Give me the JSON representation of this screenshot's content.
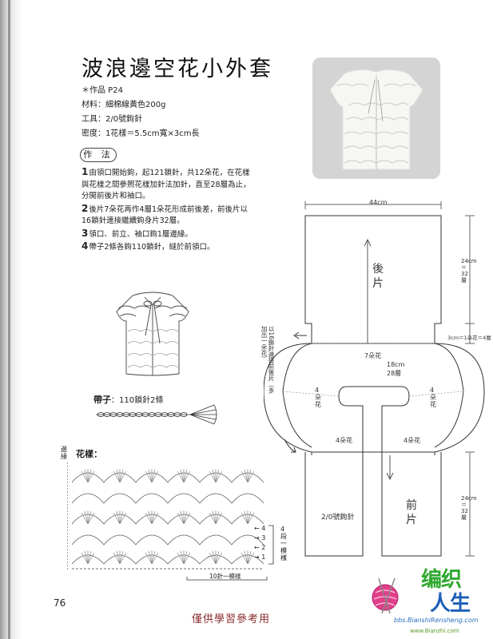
{
  "page": {
    "title": "波浪邊空花小外套",
    "info": {
      "work": "＊作品 P24",
      "material": "材料：細棉線黃色200g",
      "tool": "工具：2/0號鉤針",
      "gauge": "密度：1花樣＝5.5cm寬×3cm長"
    },
    "method_label": "作 法",
    "steps": [
      {
        "num": "1",
        "text": "由領口開始鉤，起121鎖針，共12朵花，在花樣與花樣之間參照花樣加針法加針，直至28層為止，分開前後片和袖口。"
      },
      {
        "num": "2",
        "text": "後片7朵花再作4層1朵花形成前後差，前後片以16鎖針連接繼續鉤身片32層。"
      },
      {
        "num": "3",
        "text": "領口、前立、袖口鉤1層邊緣。"
      },
      {
        "num": "4",
        "text": "帶子2條各鉤110鎖針，縫於前領口。"
      }
    ],
    "tie_label_bold": "帶子",
    "tie_label_rest": "：110鎖針2條",
    "motif_label": "花樣：",
    "edge_label": "邊緣",
    "page_number": "76",
    "footer_note": "僅供學習參考用"
  },
  "pattern_labels": {
    "row_arrow_1": "1",
    "row_arrow_2": "2",
    "row_arrow_3": "3",
    "row_arrow_4": "4",
    "repeat_rows": "4段一模樣",
    "repeat_stitches": "10針一模樣"
  },
  "diagram": {
    "width_top": "44cm",
    "back_label": "後片",
    "back_height": "24cm＝32層",
    "diff": "3cm＝1朵花＝4層",
    "side_note": "以16鎖針連接前後片（多加出一朵花）",
    "center_7": "7朵花",
    "center_18": "18cm",
    "center_28": "28層",
    "sleeve_left": "4朵花",
    "sleeve_right": "4朵花",
    "bottom_left": "4朵花",
    "bottom_right": "4朵花",
    "front_left_label": "2/0號鉤針",
    "front_right_label": "前片",
    "front_height": "24cm＝32層"
  },
  "watermark": {
    "logo_line1": "编织",
    "logo_line2": "人生",
    "url": "bbs.BianshiRensheng.com",
    "url2": "www.Bianzhi.com"
  },
  "colors": {
    "logo_green": "#2fa82f",
    "logo_blue": "#1e5fb8",
    "logo_pink": "#e0408a",
    "footer": "#8a2a2a"
  }
}
